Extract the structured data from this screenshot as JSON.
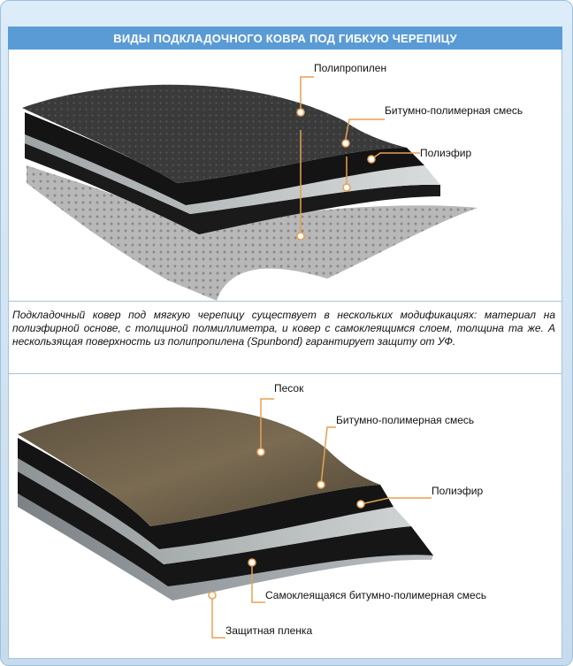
{
  "title": "ВИДЫ ПОДКЛАДОЧНОГО КОВРА ПОД ГИБКУЮ ЧЕРЕПИЦУ",
  "top_figure": {
    "labels": {
      "polypropylene": "Полипропилен",
      "bitumen_mix": "Битумно-полимерная смесь",
      "polyester": "Полиэфир"
    }
  },
  "caption": "Подкладочный ковер под мягкую черепицу существует в нескольких модификациях: материал на полиэфирной основе, с толщиной полмиллиметра, и ковер с самоклеящимся слоем, толщина та же. А нескользящая поверхность из полипропилена (Spunbond) гарантирует защиту от УФ.",
  "bottom_figure": {
    "labels": {
      "sand": "Песок",
      "bitumen_mix": "Битумно-полимерная смесь",
      "polyester": "Полиэфир",
      "self_adhesive": "Самоклеящаяся битумно-полимерная смесь",
      "protective_film": "Защитная пленка"
    }
  },
  "colors": {
    "accent": "#5b9bd5",
    "callout": "#e8a050",
    "sand": "#6b5c44",
    "bitumen": "#1a1a1a"
  }
}
